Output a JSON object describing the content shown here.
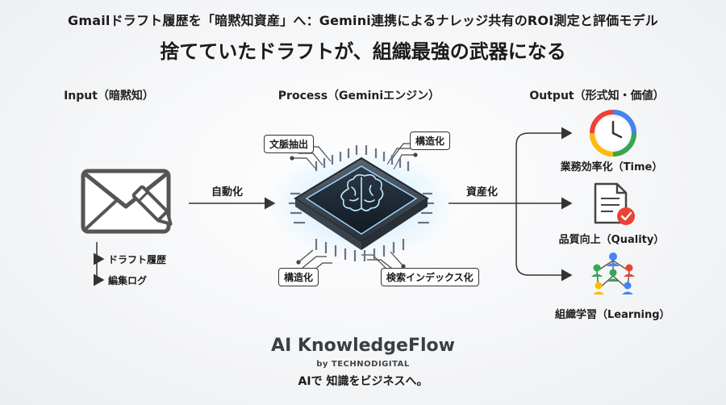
{
  "header": {
    "subtitle": "Gmailドラフト履歴を「暗黙知資産」へ：Gemini連携によるナレッジ共有のROI測定と評価モデル",
    "title": "捨てていたドラフトが、組織最強の武器になる"
  },
  "columns": {
    "input": "Input（暗黙知）",
    "process": "Process（Geminiエンジン）",
    "output": "Output（形式知・価値）"
  },
  "input": {
    "sources": [
      "ドラフト履歴",
      "編集ログ"
    ],
    "icon": "envelope-pencil-icon"
  },
  "flow": {
    "to_process": "自動化",
    "to_output": "資産化"
  },
  "process": {
    "icon": "brain-chip-icon",
    "tags": {
      "top_left": "文脈抽出",
      "top_right": "構造化",
      "bottom_left": "構造化",
      "bottom_right": "検索インデックス化"
    }
  },
  "outputs": [
    {
      "label": "業務効率化（Time）",
      "icon": "clock-icon"
    },
    {
      "label": "品質向上（Quality）",
      "icon": "document-check-icon"
    },
    {
      "label": "組織学習（Learning）",
      "icon": "people-network-icon"
    }
  ],
  "footer": {
    "brand": "AI KnowledgeFlow",
    "by": "by TECHNODIGITAL",
    "tagline": "AIで 知識をビジネスへ。"
  },
  "colors": {
    "google_blue": "#4285F4",
    "google_red": "#EA4335",
    "google_yellow": "#FBBC05",
    "google_green": "#34A853"
  }
}
